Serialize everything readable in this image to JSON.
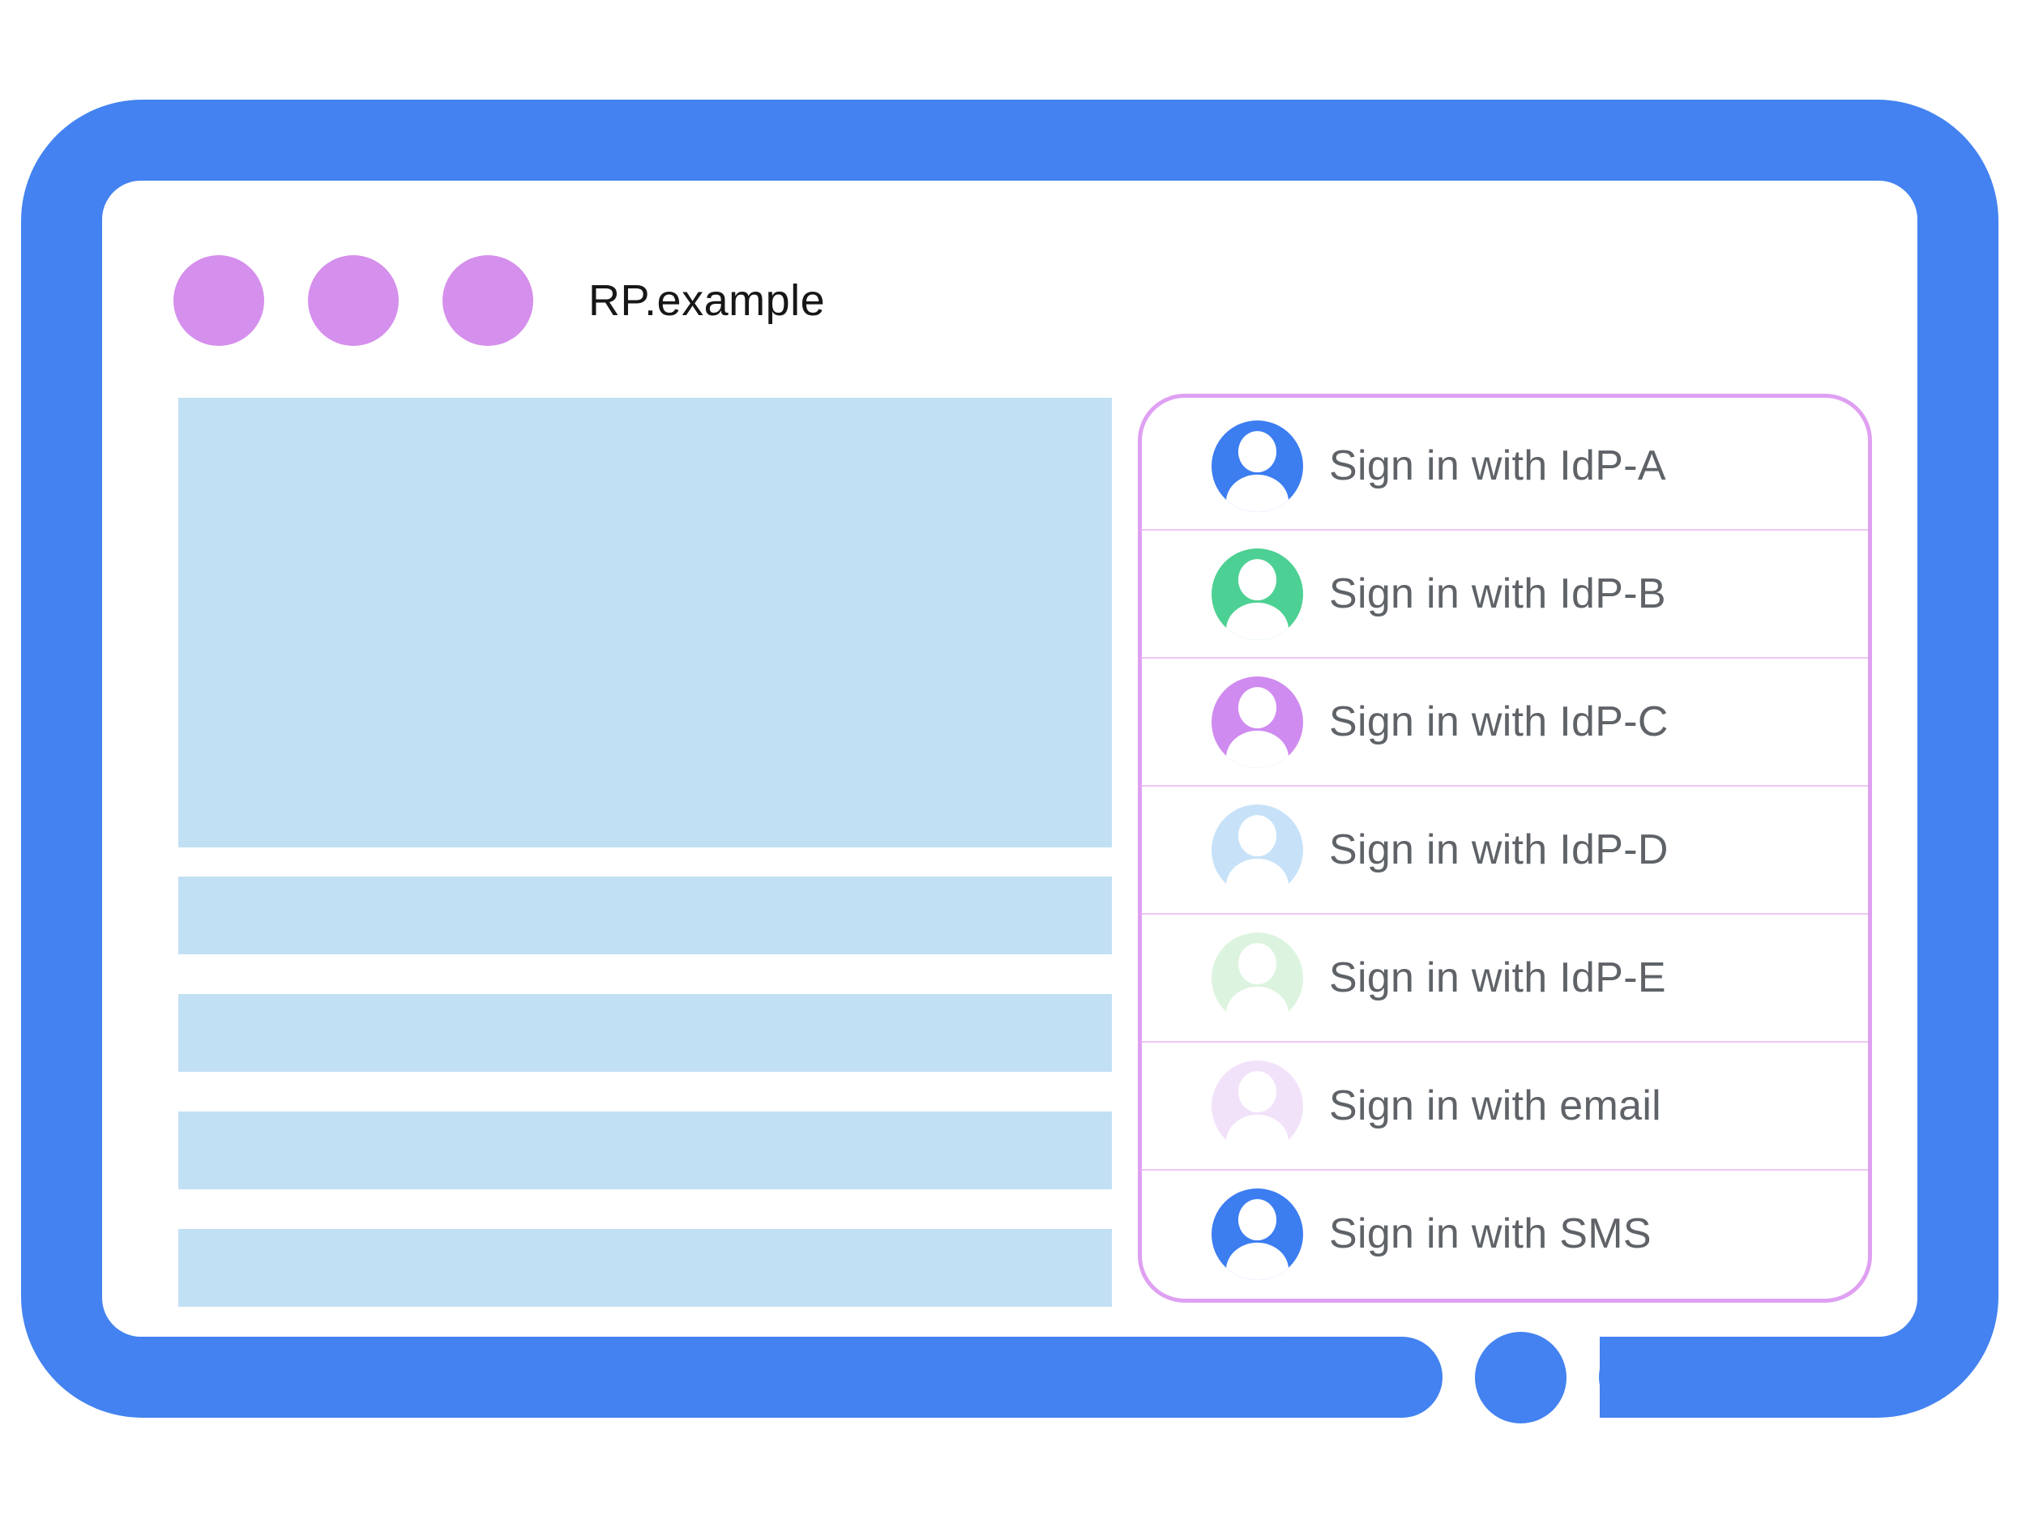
{
  "browser_window": {
    "title": "RP.example",
    "window_dots": 3
  },
  "content_placeholders": {
    "bar_count": 4
  },
  "signin_panel": {
    "rows": [
      {
        "label": "Sign in with IdP-A",
        "avatar_color": "#3C7DF0",
        "icon": "person-icon"
      },
      {
        "label": "Sign in with IdP-B",
        "avatar_color": "#4DD093",
        "icon": "person-icon"
      },
      {
        "label": "Sign in with IdP-C",
        "avatar_color": "#CF8BF0",
        "icon": "person-icon"
      },
      {
        "label": "Sign in with IdP-D",
        "avatar_color": "#C7E2F8",
        "icon": "person-icon"
      },
      {
        "label": "Sign in with IdP-E",
        "avatar_color": "#DCF4DF",
        "icon": "person-icon"
      },
      {
        "label": "Sign in with email",
        "avatar_color": "#F1E2FA",
        "icon": "person-icon"
      },
      {
        "label": "Sign in with SMS",
        "avatar_color": "#3C7DF0",
        "icon": "person-icon"
      }
    ]
  },
  "colors": {
    "frame_blue": "#4382F0",
    "window_dot_purple": "#D58FEC",
    "content_block_blue": "#C2E0F4",
    "panel_border_purple": "#DFA0F2",
    "row_divider_purple": "#F0C6F4",
    "label_gray": "#5F6368",
    "title_black": "#171717",
    "background_white": "#FFFFFF"
  }
}
